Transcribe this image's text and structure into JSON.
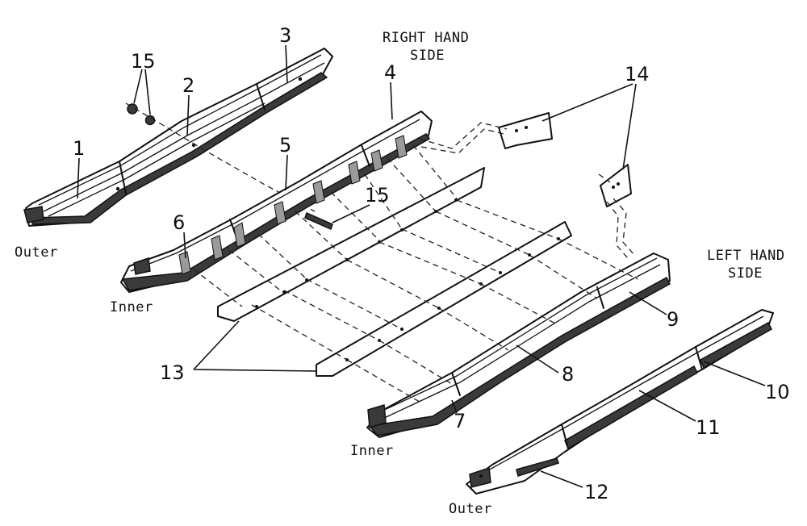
{
  "headings": {
    "right_side_line1": "RIGHT HAND",
    "right_side_line2": "SIDE",
    "left_side_line1": "LEFT HAND",
    "left_side_line2": "SIDE"
  },
  "captions": {
    "outer_top": "Outer",
    "inner_upper": "Inner",
    "inner_lower": "Inner",
    "outer_bottom": "Outer"
  },
  "callouts": {
    "n1": "1",
    "n2": "2",
    "n3": "3",
    "n4": "4",
    "n5": "5",
    "n6": "6",
    "n7": "7",
    "n8": "8",
    "n9": "9",
    "n10": "10",
    "n11": "11",
    "n12": "12",
    "n13": "13",
    "n14": "14",
    "n15a": "15",
    "n15b": "15"
  }
}
